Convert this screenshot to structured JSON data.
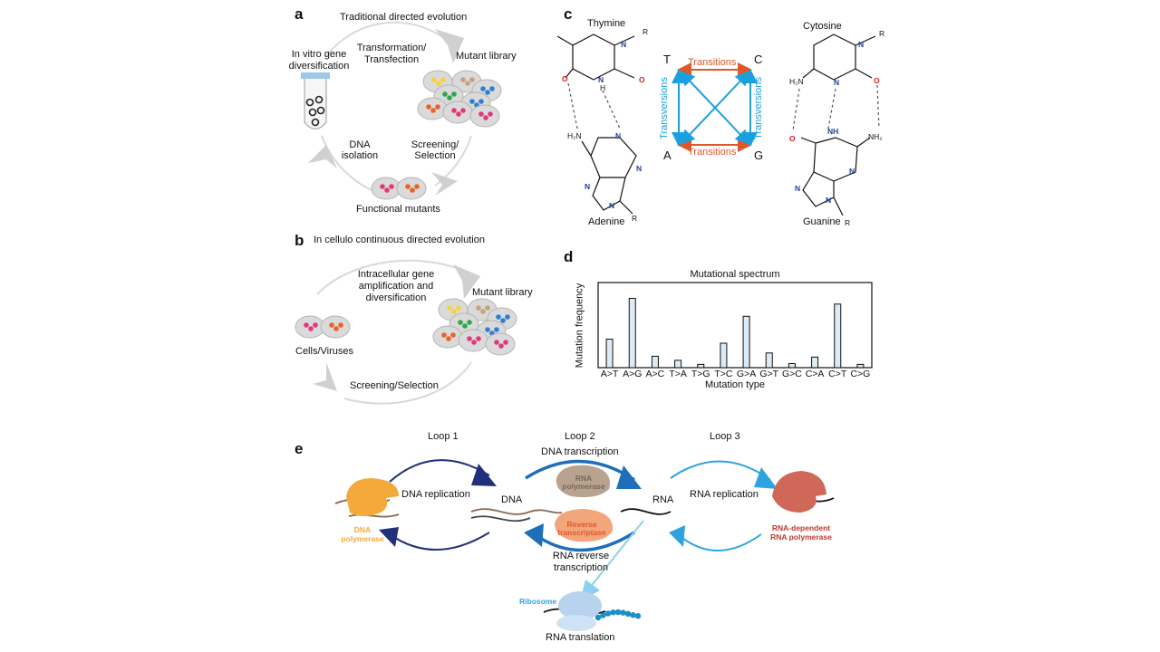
{
  "panel_a": {
    "letter": "a",
    "title": "Traditional directed evolution",
    "invitro_line1": "In vitro gene",
    "invitro_line2": "diversification",
    "transformation_line1": "Transformation/",
    "transformation_line2": "Transfection",
    "mutant_library": "Mutant library",
    "dna_isolation_line1": "DNA",
    "dna_isolation_line2": "isolation",
    "screening_line1": "Screening/",
    "screening_line2": "Selection",
    "functional_mutants": "Functional mutants"
  },
  "panel_b": {
    "letter": "b",
    "title": "In cellulo continuous directed evolution",
    "intracellular_line1": "Intracellular gene",
    "intracellular_line2": "amplification and",
    "intracellular_line3": "diversification",
    "mutant_library": "Mutant library",
    "cells_viruses": "Cells/Viruses",
    "screening": "Screening/Selection"
  },
  "panel_c": {
    "letter": "c",
    "thymine": "Thymine",
    "adenine": "Adenine",
    "cytosine": "Cytosine",
    "guanine": "Guanine",
    "base_T": "T",
    "base_C": "C",
    "base_A": "A",
    "base_G": "G",
    "transitions_top": "Transitions",
    "transitions_bottom": "Transitions",
    "transversions_left": "Transversions",
    "transversions_right": "Transversions",
    "atom_R": "R",
    "atom_N": "N",
    "atom_O": "O",
    "atom_NH": "NH",
    "atom_H": "H",
    "atom_H2N": "H₂N",
    "atom_NH2": "NH₂",
    "colors": {
      "transition": "#e0572a",
      "transversion": "#1aa0de",
      "nitrogen": "#1f3f9a",
      "oxygen": "#d42020"
    }
  },
  "panel_d": {
    "letter": "d",
    "chart_data": {
      "type": "bar",
      "title": "Mutational spectrum",
      "xlabel": "Mutation type",
      "ylabel": "Mutation frequency",
      "categories": [
        "A>T",
        "A>G",
        "A>C",
        "T>A",
        "T>G",
        "T>C",
        "G>A",
        "G>T",
        "G>C",
        "C>A",
        "C>T",
        "C>G"
      ],
      "values": [
        0.35,
        0.85,
        0.14,
        0.09,
        0.04,
        0.3,
        0.63,
        0.18,
        0.05,
        0.13,
        0.78,
        0.04
      ],
      "ylim": [
        0,
        1
      ],
      "bar_color": "#dcebf5",
      "bar_edge": "#111111",
      "grid": false,
      "legend": "none"
    }
  },
  "panel_e": {
    "letter": "e",
    "loop1": "Loop 1",
    "loop2": "Loop 2",
    "loop3": "Loop 3",
    "dna_replication": "DNA replication",
    "dna": "DNA",
    "dna_transcription": "DNA transcription",
    "rna": "RNA",
    "rna_replication": "RNA replication",
    "rna_reverse_line1": "RNA reverse",
    "rna_reverse_line2": "transcription",
    "rna_translation": "RNA translation",
    "dna_pol_line1": "DNA",
    "dna_pol_line2": "polymerase",
    "rna_pol_line1": "RNA",
    "rna_pol_line2": "polymerase",
    "rt_line1": "Reverse",
    "rt_line2": "transcriptase",
    "rdrp_line1": "RNA-dependent",
    "rdrp_line2": "RNA polymerase",
    "ribosome": "Ribosome",
    "colors": {
      "loop1": "#22307a",
      "loop2": "#1c6fb8",
      "loop3": "#2ea3e0",
      "translation": "#8cd0f0",
      "dna_pol": "#f4a93a",
      "rna_pol": "#b8a290",
      "rt": "#f3a57c",
      "rdrp": "#d0685a",
      "ribosome": "#b7d3ee"
    }
  }
}
